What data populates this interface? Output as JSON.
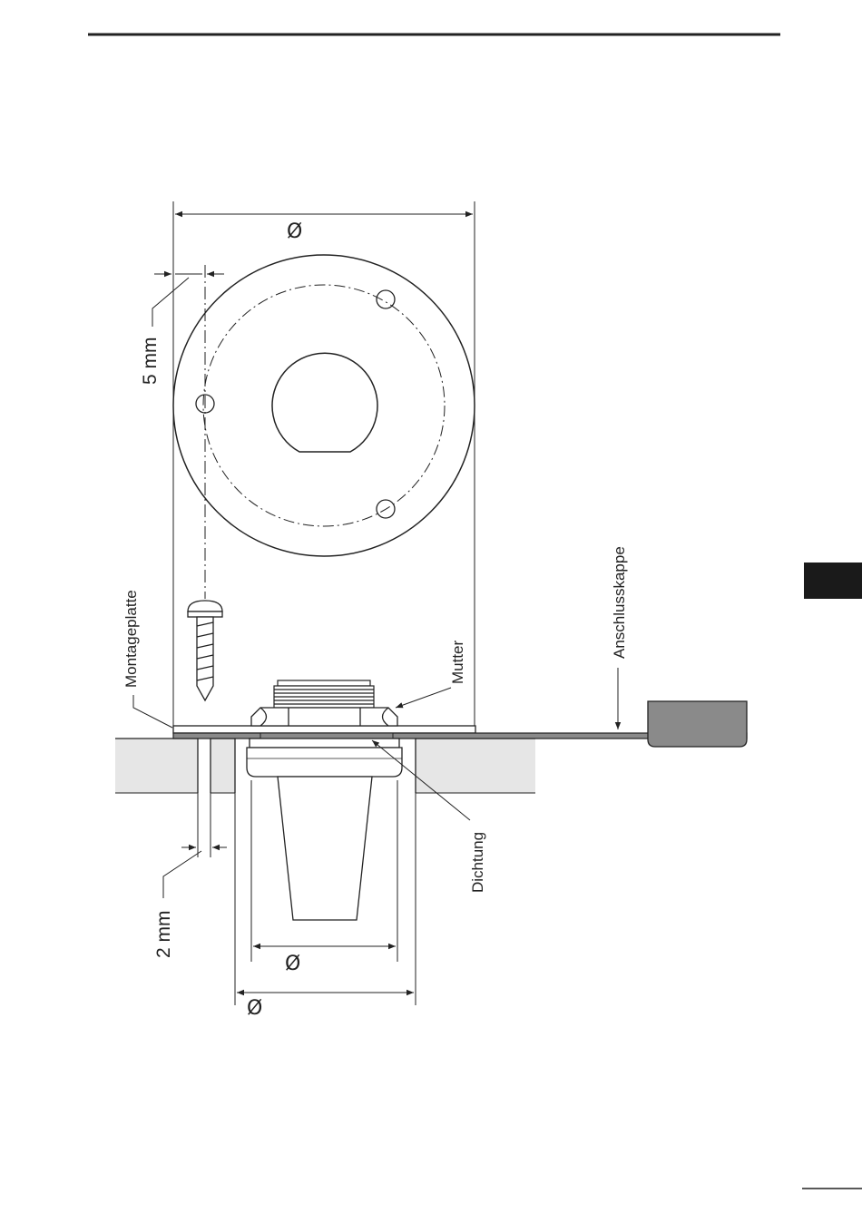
{
  "labels": {
    "montageplatte": "Montageplatte",
    "mutter": "Mutter",
    "anschlusskappe": "Anschlusskappe",
    "dichtung": "Dichtung",
    "dim_5mm": "5 mm",
    "dim_2mm": "2 mm",
    "diameter_symbol": "Ø"
  },
  "colors": {
    "line": "#222222",
    "surface_fill": "#e6e6e6",
    "cap_fill": "#8a8a8a",
    "side_tab": "#1a1a1a"
  }
}
